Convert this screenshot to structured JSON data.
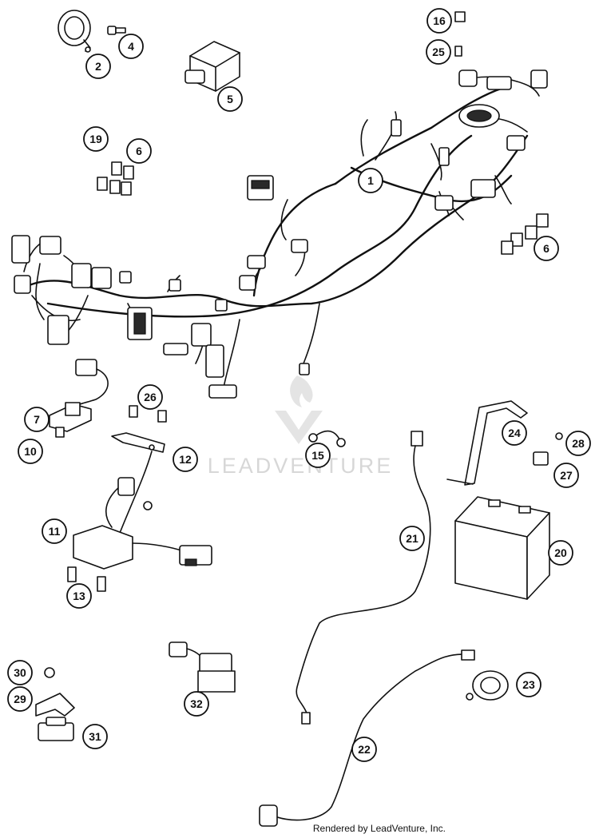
{
  "watermark": {
    "text": "LEADVENTURE"
  },
  "credit": "Rendered by LeadVenture, Inc.",
  "callouts": [
    "1",
    "2",
    "4",
    "5",
    "6",
    "6",
    "7",
    "10",
    "11",
    "12",
    "13",
    "15",
    "16",
    "19",
    "20",
    "21",
    "22",
    "23",
    "24",
    "25",
    "26",
    "27",
    "28",
    "29",
    "30",
    "31",
    "32"
  ]
}
